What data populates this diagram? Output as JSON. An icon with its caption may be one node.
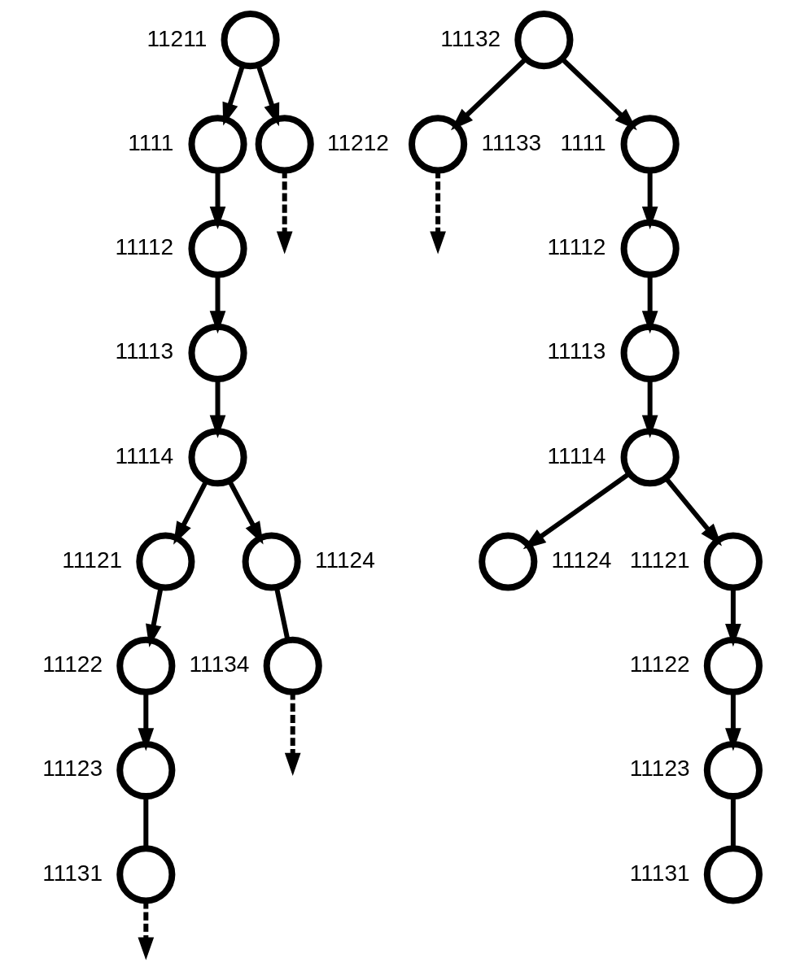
{
  "diagram": {
    "nodes": [
      {
        "text": [],
        "shape": "circle",
        "beside": [
          "11211"
        ]
      },
      {
        "text": [],
        "shape": "circle",
        "beside": [
          "1111"
        ]
      },
      {
        "text": [],
        "shape": "circle",
        "beside": [
          "11212"
        ]
      },
      {
        "text": [],
        "shape": "circle",
        "beside": [
          "11112"
        ]
      },
      {
        "text": [],
        "shape": "circle",
        "beside": [
          "11113"
        ]
      },
      {
        "text": [],
        "shape": "circle",
        "beside": [
          "11114"
        ]
      },
      {
        "text": [],
        "shape": "circle",
        "beside": [
          "11121"
        ]
      },
      {
        "text": [],
        "shape": "circle",
        "beside": [
          "11124"
        ]
      },
      {
        "text": [],
        "shape": "circle",
        "beside": [
          "11122"
        ]
      },
      {
        "text": [],
        "shape": "circle",
        "beside": [
          "11134"
        ]
      },
      {
        "text": [],
        "shape": "circle",
        "beside": [
          "11123"
        ]
      },
      {
        "text": [],
        "shape": "circle",
        "beside": [
          "11131"
        ]
      },
      {
        "text": [],
        "shape": "circle",
        "beside": [
          "11132"
        ]
      },
      {
        "text": [],
        "shape": "circle",
        "beside": [
          "1111"
        ]
      },
      {
        "text": [],
        "shape": "circle",
        "beside": [
          "11133"
        ]
      },
      {
        "text": [],
        "shape": "circle",
        "beside": [
          "11112"
        ]
      },
      {
        "text": [],
        "shape": "circle",
        "beside": [
          "11113"
        ]
      },
      {
        "text": [],
        "shape": "circle",
        "beside": [
          "11114"
        ]
      },
      {
        "text": [],
        "shape": "circle",
        "beside": [
          "11121"
        ]
      },
      {
        "text": [],
        "shape": "circle",
        "beside": [
          "11124"
        ]
      },
      {
        "text": [],
        "shape": "circle",
        "beside": [
          "11122"
        ]
      },
      {
        "text": [],
        "shape": "circle",
        "beside": [
          "11123"
        ]
      },
      {
        "text": [],
        "shape": "circle",
        "beside": [
          "11131"
        ]
      }
    ],
    "edges": [
      {
        "from": 0,
        "to": 1,
        "arrow": "to"
      },
      {
        "from": 0,
        "to": 2,
        "arrow": "to"
      },
      {
        "from": 1,
        "to": 3,
        "arrow": "to"
      },
      {
        "from": 3,
        "to": 4,
        "arrow": "to"
      },
      {
        "from": 4,
        "to": 5,
        "arrow": "to"
      },
      {
        "from": 5,
        "to": 6,
        "arrow": "to"
      },
      {
        "from": 5,
        "to": 7,
        "arrow": "to"
      },
      {
        "from": 6,
        "to": 8,
        "arrow": "to"
      },
      {
        "from": 7,
        "to": 9,
        "arrow": "none"
      },
      {
        "from": 8,
        "to": 10,
        "arrow": "to"
      },
      {
        "from": 10,
        "to": 11,
        "arrow": "none"
      },
      {
        "from": 2,
        "to": null,
        "arrow": "to",
        "style": "dashed"
      },
      {
        "from": 9,
        "to": null,
        "arrow": "to",
        "style": "dashed"
      },
      {
        "from": 11,
        "to": null,
        "arrow": "to",
        "style": "dashed"
      },
      {
        "from": 12,
        "to": 13,
        "arrow": "to"
      },
      {
        "from": 12,
        "to": 14,
        "arrow": "to"
      },
      {
        "from": 13,
        "to": 15,
        "arrow": "to"
      },
      {
        "from": 15,
        "to": 16,
        "arrow": "to"
      },
      {
        "from": 16,
        "to": 17,
        "arrow": "to"
      },
      {
        "from": 17,
        "to": 18,
        "arrow": "to"
      },
      {
        "from": 17,
        "to": 19,
        "arrow": "to"
      },
      {
        "from": 18,
        "to": 20,
        "arrow": "to"
      },
      {
        "from": 20,
        "to": 21,
        "arrow": "to"
      },
      {
        "from": 21,
        "to": 22,
        "arrow": "none"
      },
      {
        "from": 14,
        "to": null,
        "arrow": "to",
        "style": "dashed"
      }
    ]
  }
}
